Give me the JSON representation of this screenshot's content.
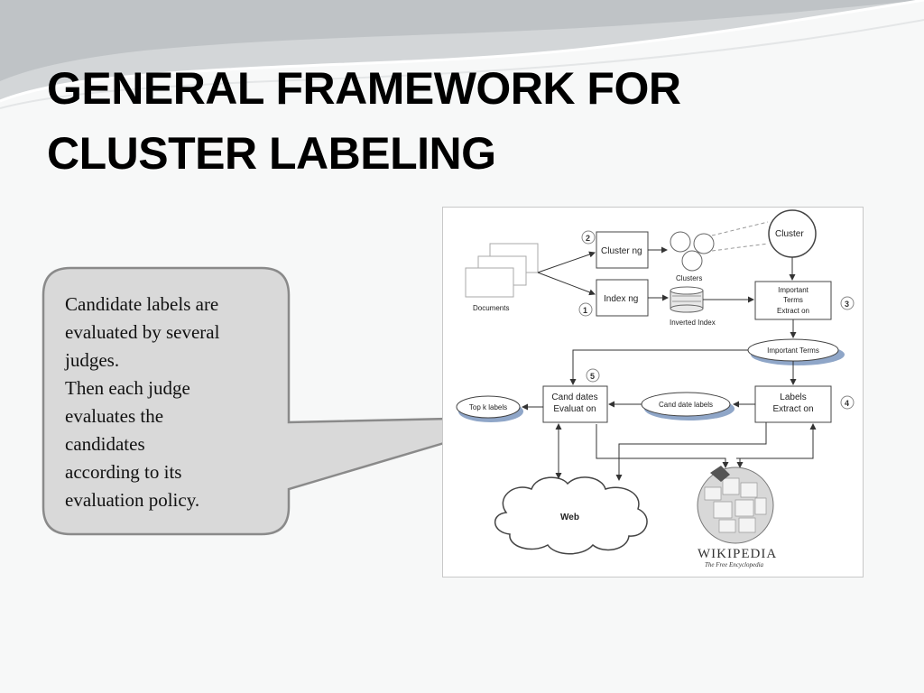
{
  "slide": {
    "title_lines": [
      "GENERAL FRAMEWORK FOR",
      "CLUSTER LABELING"
    ]
  },
  "callout": {
    "lines": [
      "Candidate labels are",
      "evaluated by several",
      "judges.",
      "Then each judge",
      "evaluates the",
      "candidates",
      "according to its",
      "evaluation policy."
    ]
  },
  "diagram": {
    "documents_label": "Documents",
    "clustering_label": "Cluster ng",
    "indexing_label": "Index ng",
    "clusters_label": "Clusters",
    "inverted_index_label": "Inverted Index",
    "cluster_label": "Cluster",
    "ite_line1": "Important",
    "ite_line2": "Terms",
    "ite_line3": "Extract on",
    "important_terms_label": "Important Terms",
    "le_line1": "Labels",
    "le_line2": "Extract on",
    "ce_line1": "Cand dates",
    "ce_line2": "Evaluat on",
    "candidate_labels_label": "Cand date labels",
    "topk_label": "Top k labels",
    "web_label": "Web",
    "wikipedia_name": "WIKIPEDIA",
    "wikipedia_tagline": "The Free Encyclopedia",
    "step1": "1",
    "step2": "2",
    "step3": "3",
    "step4": "4",
    "step5": "5"
  },
  "colors": {
    "background": "#f7f8f8",
    "swoosh": "#c9cdcf",
    "callout_fill": "#d9d9d9",
    "callout_stroke": "#8a8a8a",
    "ellipse_shadow": "#8fa6c8"
  }
}
